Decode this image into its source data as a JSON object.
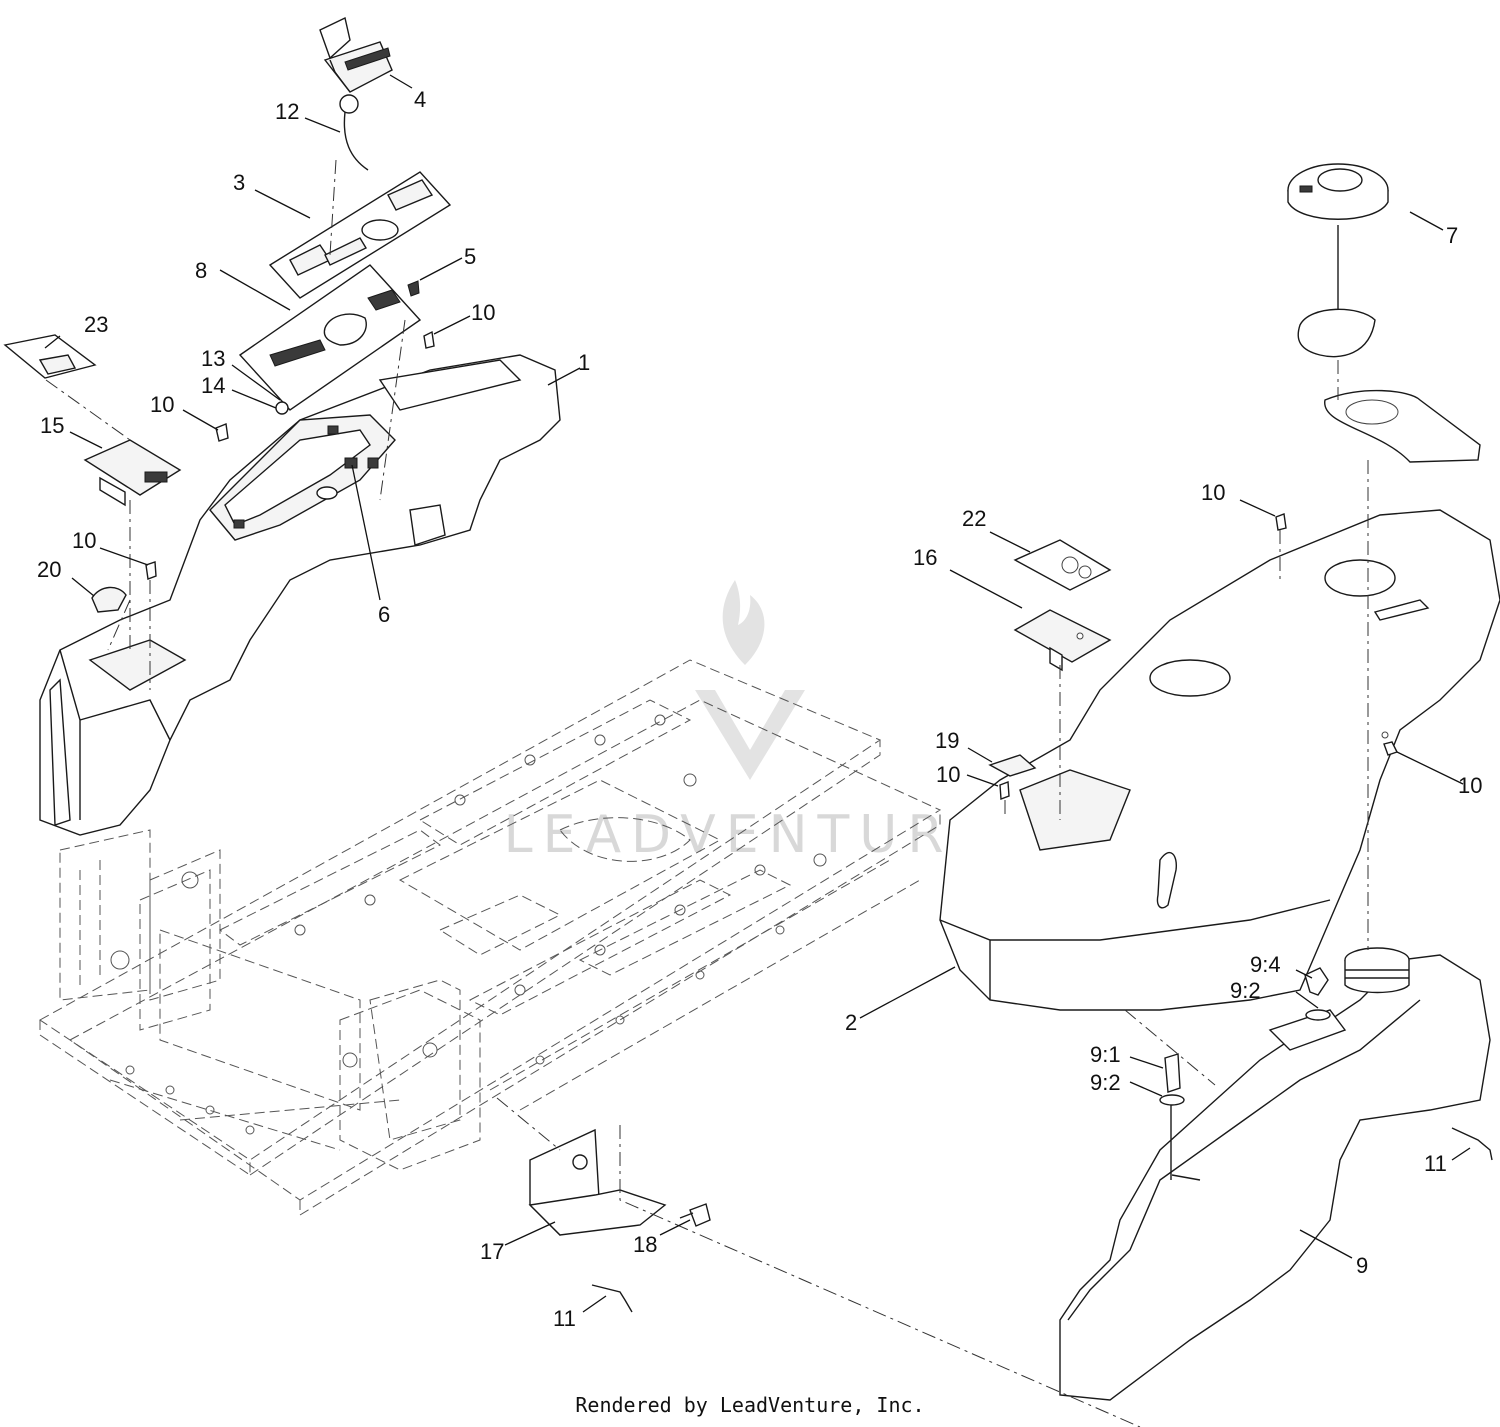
{
  "watermark": "LEADVENTURE",
  "footer": "Rendered by LeadVenture, Inc.",
  "callouts": [
    "1",
    "2",
    "3",
    "4",
    "5",
    "6",
    "7",
    "8",
    "9",
    "9:1",
    "9:2",
    "9:2",
    "9:4",
    "10",
    "10",
    "10",
    "10",
    "10",
    "10",
    "11",
    "11",
    "12",
    "13",
    "14",
    "15",
    "16",
    "17",
    "18",
    "19",
    "20",
    "22",
    "23"
  ]
}
